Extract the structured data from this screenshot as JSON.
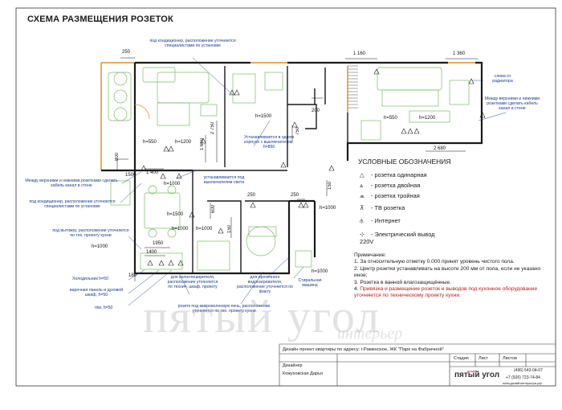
{
  "title": "СХЕМА РАЗМЕЩЕНИЯ РОЗЕТОК",
  "annotations": {
    "conditioner_top": "под кондиционер, расположение уточняется специалистами по установке",
    "between_panels_left": "Между верхними и нижними розетками сделать кабель канал в стене",
    "conditioner_left": "под кондиционер, расположение уточняется специалистами по установке",
    "hood": "под вытяжку, расположение уточняется по тех. проекту кухни",
    "fridge": "Холодильник h=50",
    "cooktop_oven": "варочная панель и духовой шкаф, h=50",
    "dishwasher": "п/м, h=50",
    "switch_box": "Устанавливается в одном корпусе с выключателем, h=850",
    "under_switch": "устанавливается под выключателем света",
    "countertop": "для колонтеширителя, расположение уточняется по технич. шкаф. проекту",
    "heater": "для проточного водонагревателя, расположение уточняется по факту",
    "washing_machine": "Стиральная машина",
    "microwave": "розетк под микроволновую печь, расположение уточняется по тех. проекту кухни",
    "radiator_left": "слева от радиатора",
    "between_panels_right": "Между верхними и нижними розетками сделать кабель канал в стене"
  },
  "dimensions": {
    "d250_top": "250",
    "d1160": "1 160",
    "d1360": "1 360",
    "d2680": "2 680",
    "d2750": "2 750",
    "d1660": "1 660",
    "d750": "750",
    "d200": "200",
    "d1400": "1 400",
    "d1950": "1950",
    "d1400b": "1400",
    "d180": "180",
    "d800": "800",
    "d1500": "1500",
    "d600": "600",
    "d250_mid": "250",
    "d250_right": "250",
    "d150": "150",
    "d150b": "150",
    "h1200_a": "h=1200",
    "h550_a": "h=550",
    "h1000_a": "h=1000",
    "h1500_a": "h=1500",
    "h1000_b": "h=1000",
    "h1000_c": "h=1000",
    "h1500_b": "h=1500",
    "h550_b": "h=550",
    "h1200_b": "h=1200",
    "h1000_d": "h=1000",
    "h1000_e": "h=1000",
    "h1000_f": "h=1000"
  },
  "legend": {
    "title": "УСЛОВНЫЕ ОБОЗНАЧЕНИЯ",
    "items": [
      {
        "symbol": "△",
        "label": "- розетка одинарная"
      },
      {
        "symbol": "⩓",
        "label": "- розетка двойная"
      },
      {
        "symbol": "⩕",
        "label": "- розетка тройная"
      },
      {
        "symbol": "⊼",
        "label": "- ТВ розетка"
      },
      {
        "symbol": "⫛",
        "label": "- Интернет"
      },
      {
        "symbol": "⊹",
        "label": "- Электрический вывод 220V"
      }
    ]
  },
  "notes": {
    "heading": "Примечание:",
    "n1": "1. За относительную отметку 0.000 принят уровень чистого пола.",
    "n2": "2. Центр розетки устанавливать на высоте 200 мм от пола, если не указано иное;",
    "n3": "3. Розетка в ванной влагозащищённые.",
    "n4_num": "4.",
    "n4": "Привязка и размещение розеток и выводов под кухонное оборудование уточняется по техническому проекту кухни."
  },
  "stamp": {
    "project": "Дизайн-проект квартиры по адресу: г.Раменское, ЖК \"Парк на Фабричной\"",
    "stage_h": "Стадия",
    "sheet_h": "Лист",
    "sheets_h": "Листов",
    "designer_label": "Дизайнер",
    "designer_name": "Кожуховская Дарья",
    "studio": "пятый угол",
    "studio_small": "дизайн",
    "phone1": "(496) 543-04-07",
    "phone2": "+7 (926) 723-74-84",
    "site": "www.дизайнинтерьера.рф"
  },
  "watermark": {
    "main": "пятый угол",
    "sub": "интерьер"
  },
  "colors": {
    "wall": "#1a1a1a",
    "annotation": "#1c3a8a",
    "window": "#e08a2a",
    "furniture": "#7dbb6a",
    "note_red": "#b2201c"
  }
}
